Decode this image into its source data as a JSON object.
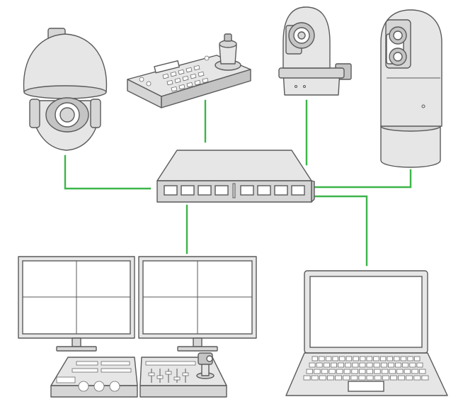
{
  "colors": {
    "link": "#3cb54a",
    "device_outline": "#5a5a5a",
    "device_fill": "#e6e6e6"
  },
  "nodes": [
    {
      "id": "network-switch",
      "icon": "network-switch-icon"
    },
    {
      "id": "ptz-dome-camera",
      "icon": "ptz-dome-camera-icon"
    },
    {
      "id": "ptz-keyboard-controller",
      "icon": "joystick-controller-icon"
    },
    {
      "id": "ptz-studio-camera",
      "icon": "ptz-camera-icon"
    },
    {
      "id": "positioning-camera",
      "icon": "thermal-positioning-camera-icon"
    },
    {
      "id": "video-wall-workstation",
      "icon": "dual-monitor-control-desk-icon"
    },
    {
      "id": "laptop",
      "icon": "laptop-icon"
    }
  ],
  "links": [
    {
      "from": "ptz-dome-camera",
      "to": "network-switch"
    },
    {
      "from": "ptz-keyboard-controller",
      "to": "network-switch"
    },
    {
      "from": "ptz-studio-camera",
      "to": "network-switch"
    },
    {
      "from": "positioning-camera",
      "to": "network-switch"
    },
    {
      "from": "network-switch",
      "to": "video-wall-workstation"
    },
    {
      "from": "network-switch",
      "to": "laptop"
    }
  ]
}
